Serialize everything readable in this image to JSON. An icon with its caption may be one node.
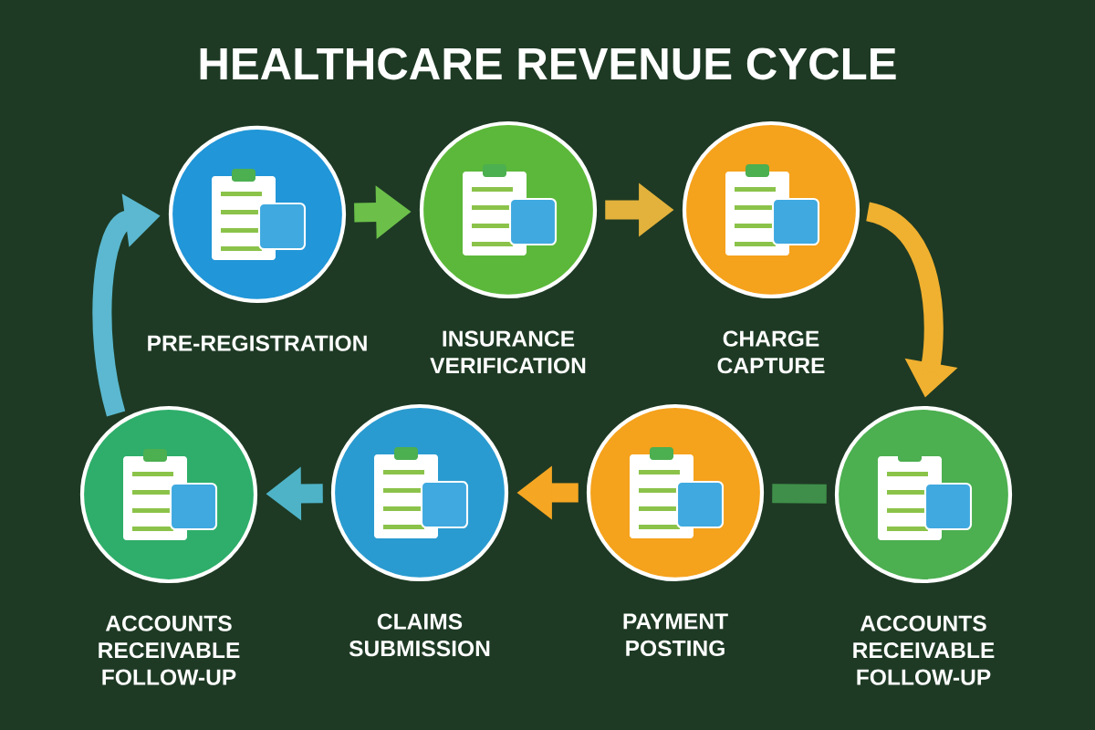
{
  "diagram": {
    "title": "HEALTHCARE REVENUE CYCLE",
    "nodes": [
      {
        "text": [
          "PRE-REGISTRATION"
        ]
      },
      {
        "text": [
          "INSURANCE VERIFICATION"
        ]
      },
      {
        "text": [
          "CHARGE CAPTURE"
        ]
      },
      {
        "text": [
          "ACCOUNTS RECEIVABLE FOLLOW-UP"
        ]
      },
      {
        "text": [
          "CLAIMS SUBMISSION"
        ]
      },
      {
        "text": [
          "PAYMENT POSTING"
        ]
      },
      {
        "text": [
          "ACCOUNTS RECEIVABLE FOLLOW-UP"
        ]
      }
    ],
    "edges": [
      {
        "from": 0,
        "to": 1,
        "arrow": "to",
        "color": "#6cc04a"
      },
      {
        "from": 1,
        "to": 2,
        "arrow": "to",
        "color": "#e3b23c"
      },
      {
        "from": 2,
        "to": 6,
        "arrow": "to",
        "color": "#f0b030"
      },
      {
        "from": 6,
        "to": 5,
        "arrow": "none",
        "color": "#3f8f4a"
      },
      {
        "from": 5,
        "to": 4,
        "arrow": "to",
        "color": "#f5a623"
      },
      {
        "from": 4,
        "to": 3,
        "arrow": "to",
        "color": "#4fb3c8"
      },
      {
        "from": 3,
        "to": 0,
        "arrow": "to",
        "color": "#5bb8d0"
      }
    ]
  }
}
